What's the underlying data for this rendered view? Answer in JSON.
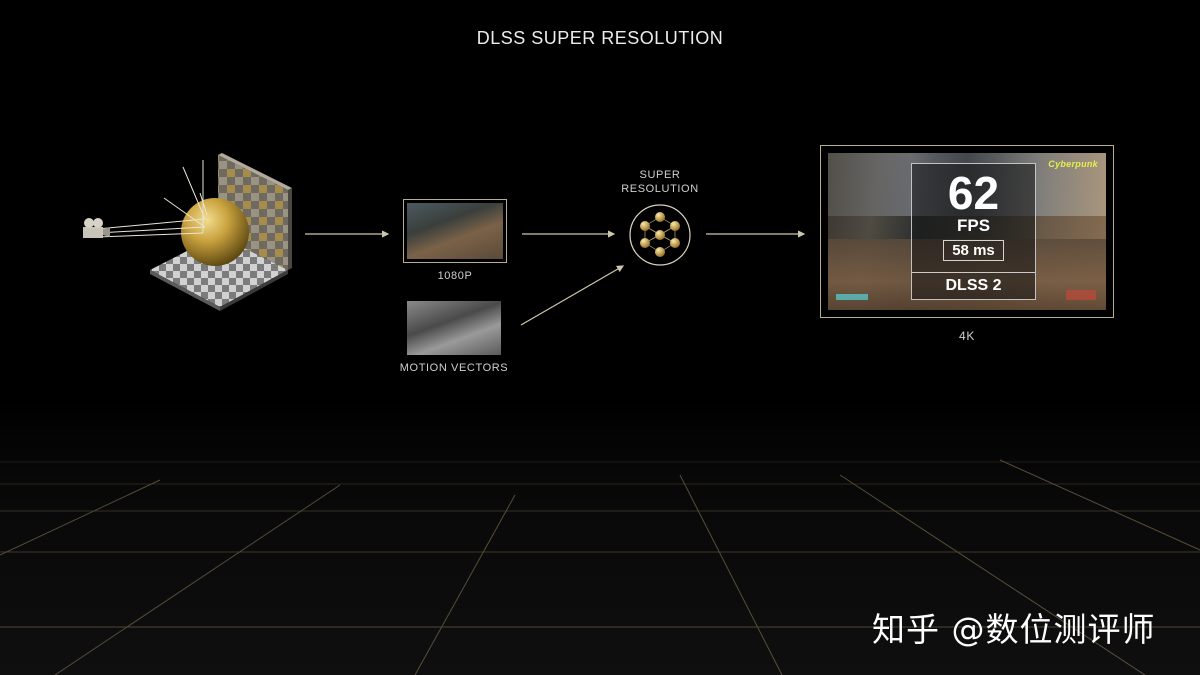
{
  "slide": {
    "title": "DLSS SUPER RESOLUTION",
    "accent_color": "#b9ae8c",
    "background": "#000000"
  },
  "pipeline": {
    "render_scene": {
      "icon": "ray-traced-scene-icon"
    },
    "input_frame": {
      "label": "1080P"
    },
    "motion_vectors": {
      "label": "MOTION VECTORS"
    },
    "network": {
      "label_line1": "SUPER",
      "label_line2": "RESOLUTION",
      "icon": "neural-network-icon"
    },
    "output_frame": {
      "label": "4K",
      "game_logo": "Cyberpunk",
      "stats": {
        "fps_value": "62",
        "fps_label": "FPS",
        "latency": "58 ms",
        "mode": "DLSS 2"
      }
    }
  },
  "watermark": {
    "text": "知乎 @数位测评师"
  }
}
